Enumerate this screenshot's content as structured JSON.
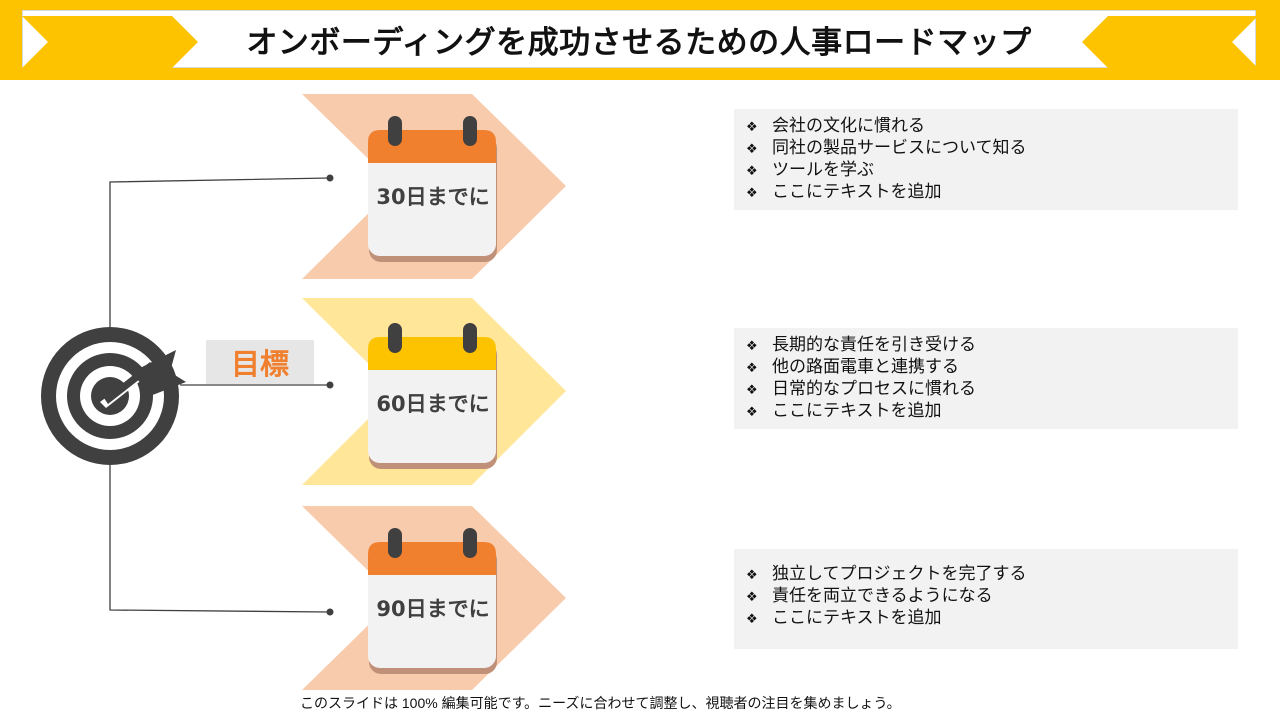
{
  "header": {
    "title": "オンボーディングを成功させるための人事ロードマップ"
  },
  "colors": {
    "accent_yellow": "#FDC300",
    "orange": "#F07F2E",
    "peach": "#F8CBAD",
    "light_yellow": "#FFE699",
    "dark_gray": "#404040"
  },
  "goal": {
    "label": "目標",
    "icon": "target-icon"
  },
  "milestones": [
    {
      "label": "30日までに",
      "color": "orange",
      "tasks": [
        "会社の文化に慣れる",
        "同社の製品サービスについて知る",
        "ツールを学ぶ",
        "ここにテキストを追加"
      ]
    },
    {
      "label": "60日までに",
      "color": "yellow",
      "tasks": [
        "長期的な責任を引き受ける",
        "他の路面電車と連携する",
        "日常的なプロセスに慣れる",
        "ここにテキストを追加"
      ]
    },
    {
      "label": "90日までに",
      "color": "orange",
      "tasks": [
        "独立してプロジェクトを完了する",
        "責任を両立できるようになる",
        "ここにテキストを追加"
      ]
    }
  ],
  "footer": {
    "note": "このスライドは 100% 編集可能です。ニーズに合わせて調整し、視聴者の注目を集めましょう。"
  }
}
